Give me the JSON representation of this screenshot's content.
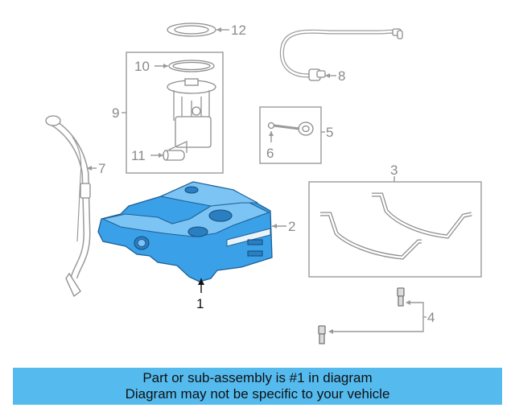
{
  "callouts": {
    "c1": "1",
    "c2": "2",
    "c3": "3",
    "c4": "4",
    "c5": "5",
    "c6": "6",
    "c7": "7",
    "c8": "8",
    "c9": "9",
    "c10": "10",
    "c11": "11",
    "c12": "12"
  },
  "banner": {
    "line1": "Part or sub-assembly is #1 in diagram",
    "line2": "Diagram may not be specific to your vehicle"
  },
  "colors": {
    "highlight_part": "#3aa0e8",
    "banner_background": "#55bbef"
  }
}
